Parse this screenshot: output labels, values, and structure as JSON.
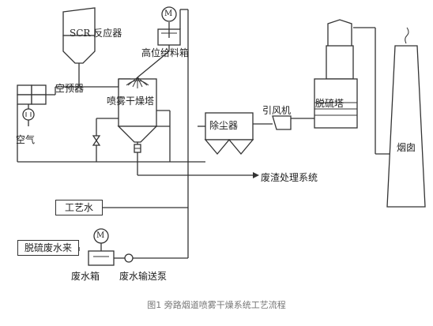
{
  "equipment": {
    "scr_reactor": "SCR 反应器",
    "high_feed_tank": "高位给料箱",
    "motor_symbol": "M",
    "air_preheater": "空预器",
    "air": "空气",
    "spray_dryer": "喷雾干燥塔",
    "dust_collector": "除尘器",
    "induced_fan": "引风机",
    "desulfurization_tower": "脱硫塔",
    "chimney": "烟囱",
    "waste_residue_system": "废渣处理系统",
    "process_water": "工艺水",
    "desulfurization_wastewater": "脱硫废水来",
    "wastewater_tank": "废水箱",
    "wastewater_pump": "废水输送泵"
  },
  "caption": "图1 旁路烟道喷雾干燥系统工艺流程"
}
